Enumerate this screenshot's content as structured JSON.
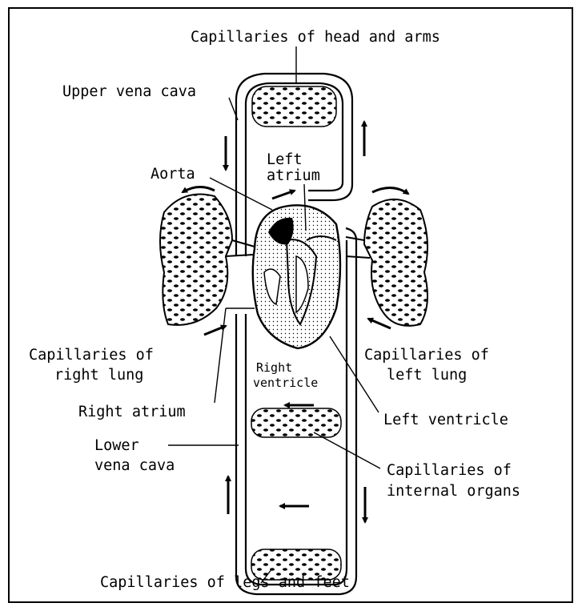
{
  "labels": {
    "cap_head_arms": "Capillaries of head and arms",
    "upper_vena_cava": "Upper vena cava",
    "aorta": "Aorta",
    "left_atrium_1": "Left",
    "left_atrium_2": "atrium",
    "cap_right_lung_1": "Capillaries of",
    "cap_right_lung_2": "right lung",
    "cap_left_lung_1": "Capillaries of",
    "cap_left_lung_2": "left lung",
    "right_ventricle_1": "Right",
    "right_ventricle_2": "ventricle",
    "right_atrium": "Right atrium",
    "left_ventricle": "Left ventricle",
    "lower_vena_cava_1": "Lower",
    "lower_vena_cava_2": "vena cava",
    "cap_internal_1": "Capillaries of",
    "cap_internal_2": "internal organs",
    "cap_legs_feet": "Capillaries of legs and feet"
  }
}
